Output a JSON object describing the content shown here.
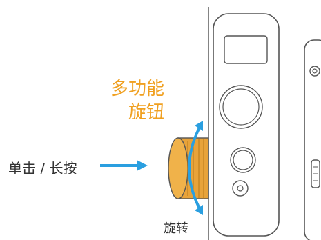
{
  "labels": {
    "title_line1": "多功能",
    "title_line2": "旋钮",
    "click_label": "单击 / 长按",
    "rotate_label": "旋转"
  },
  "colors": {
    "title": "#f0a020",
    "arrow": "#2a9fe0",
    "knob": "#e8a33a",
    "outline": "#555555"
  }
}
